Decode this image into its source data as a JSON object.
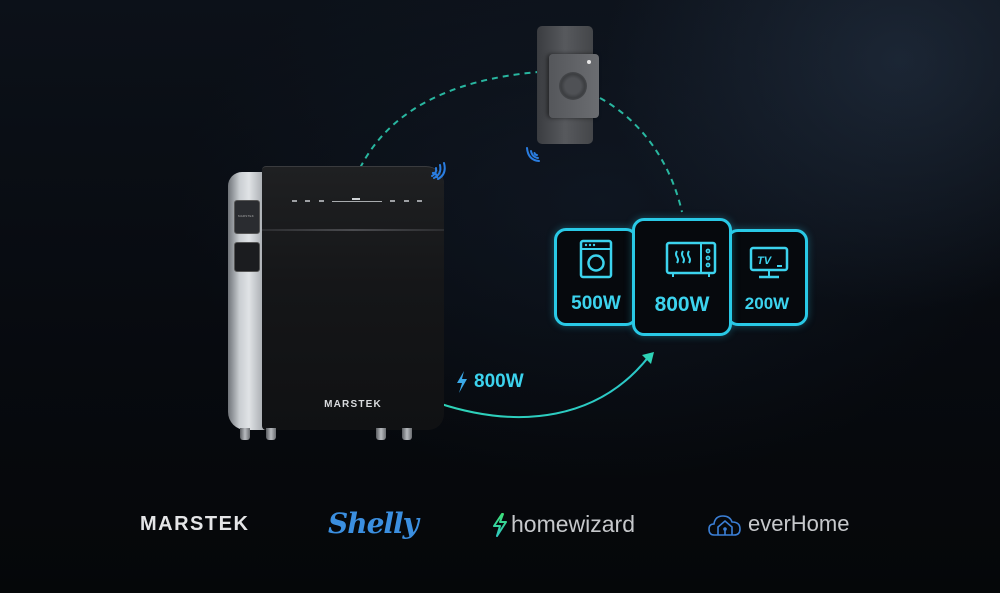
{
  "scene": {
    "background_color": "#070a0f",
    "accent_color": "#29c9e6",
    "path_color": "#2ed3b7"
  },
  "battery": {
    "brand_label": "MARSTEK",
    "side_label": "MARSTEK"
  },
  "flow": {
    "output_power": "800W",
    "output_icon": "lightning-bolt-icon"
  },
  "appliances": [
    {
      "name": "washing-machine",
      "icon": "washing-machine-icon",
      "power": "500W"
    },
    {
      "name": "microwave",
      "icon": "microwave-icon",
      "power": "800W"
    },
    {
      "name": "tv",
      "icon": "tv-icon",
      "power": "200W",
      "icon_text": "TV"
    }
  ],
  "partners": [
    {
      "name": "MARSTEK",
      "color": "#e4e5e7"
    },
    {
      "name": "Shelly",
      "color": "#3b8fe0"
    },
    {
      "name": "homewizard",
      "color": "#c6c8cb",
      "icon_color": "#2ee08a"
    },
    {
      "name": "everHome",
      "color": "#c6c8cb",
      "icon_color": "#3b7fd6"
    }
  ]
}
